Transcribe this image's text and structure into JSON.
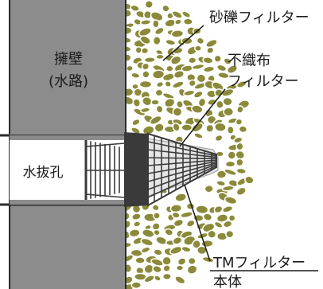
{
  "labels": {
    "retaining_wall": "擁壁",
    "waterway": "(水路)",
    "drain_hole": "水抜孔",
    "gravel_filter": "砂礫フィルター",
    "nonwoven_line1": "不織布",
    "nonwoven_line2": "フィルター",
    "tm_line1": "TMフィルター",
    "tm_line2": "本体"
  },
  "colors": {
    "wall": "#8c8c8c",
    "wall_edge": "#2b2b2b",
    "gravel_fill": "#8a8a3a",
    "gravel_stroke": "#ffffff",
    "nonwoven": "#e6e6e6",
    "pipe": "#3a3a3a",
    "hole_interior": "#ffffff"
  }
}
